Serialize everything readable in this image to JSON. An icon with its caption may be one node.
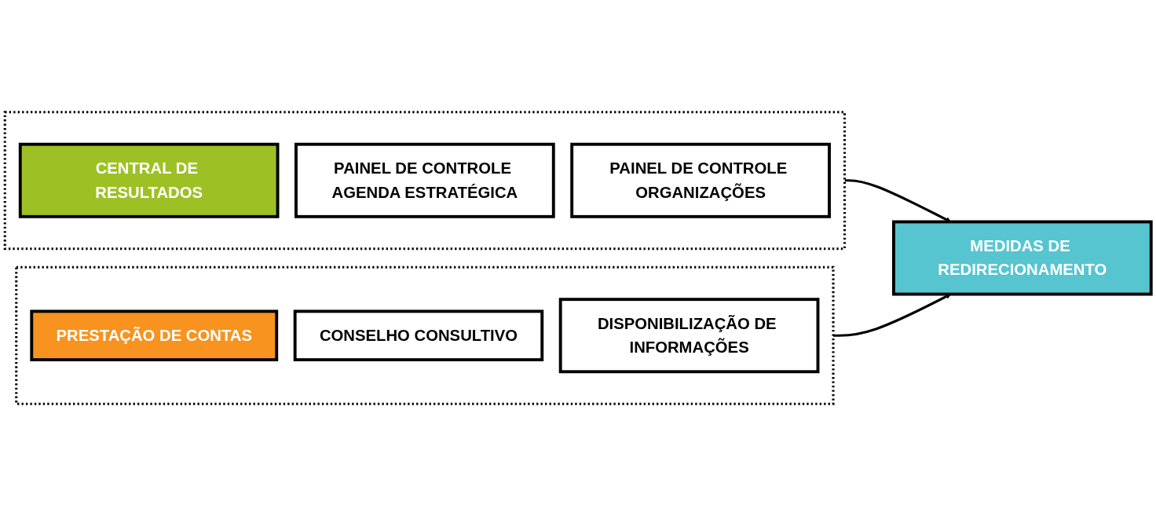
{
  "diagram": {
    "nodes": [
      {
        "text": [],
        "shape": "box"
      },
      {
        "text": [
          "CENTRAL DE RESULTADOS"
        ],
        "in": 0
      },
      {
        "text": [
          "PAINEL DE CONTROLE AGENDA ESTRATÉGICA"
        ],
        "in": 0
      },
      {
        "text": [
          "PAINEL DE CONTROLE ORGANIZAÇÕES"
        ],
        "in": 0
      },
      {
        "text": [],
        "shape": "box"
      },
      {
        "text": [
          "PRESTAÇÃO DE CONTAS"
        ],
        "in": 4
      },
      {
        "text": [
          "CONSELHO CONSULTIVO"
        ],
        "in": 4
      },
      {
        "text": [
          "DISPONIBILIZAÇÃO DE INFORMAÇÕES"
        ],
        "in": 4
      },
      {
        "text": [
          "MEDIDAS DE REDIRECIONAMENTO"
        ]
      }
    ],
    "edges": [
      {
        "from": 0,
        "to": 8,
        "arrow": "to"
      },
      {
        "from": 4,
        "to": 8,
        "arrow": "to"
      }
    ]
  }
}
